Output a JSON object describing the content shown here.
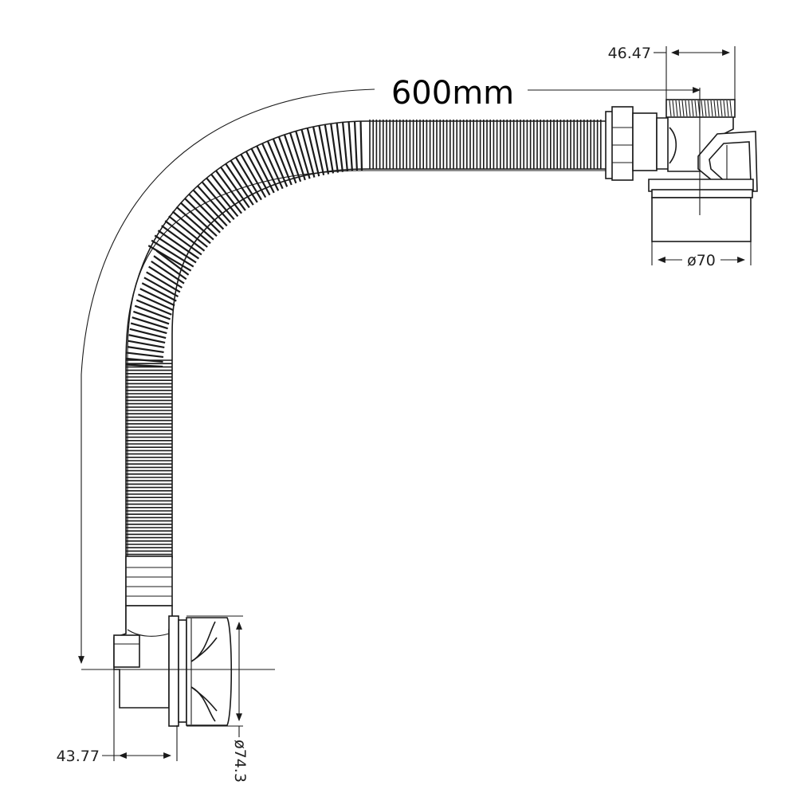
{
  "drawing": {
    "length_label": "600mm",
    "dimensions": {
      "waste_outlet_height": "46.47",
      "waste_outlet_diameter": "ø70",
      "overflow_depth": "43.77",
      "overflow_diameter": "ø74.3"
    }
  }
}
